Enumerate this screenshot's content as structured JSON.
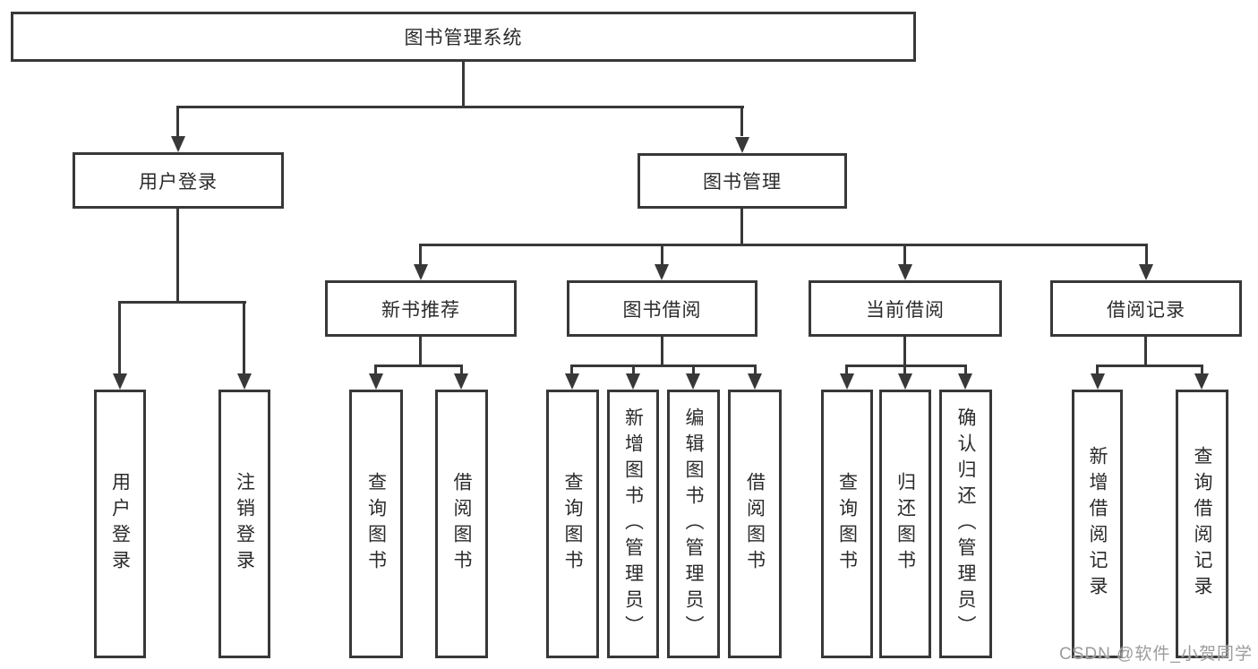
{
  "nodes": {
    "root": "图书管理系统",
    "user_login": "用户登录",
    "book_management": "图书管理",
    "new_book_recommend": "新书推荐",
    "book_borrowing": "图书借阅",
    "current_borrowing": "当前借阅",
    "borrowing_records": "借阅记录",
    "leaf_user_login": "用户登录",
    "leaf_logout": "注销登录",
    "leaf_nb_query_books": "查询图书",
    "leaf_nb_borrow_books": "借阅图书",
    "leaf_bb_query_books": "查询图书",
    "leaf_bb_add_books": "新增图书（管理员）",
    "leaf_bb_edit_books": "编辑图书（管理员）",
    "leaf_bb_borrow_books": "借阅图书",
    "leaf_cb_query_books": "查询图书",
    "leaf_cb_return_books": "归还图书",
    "leaf_cb_confirm_return": "确认归还（管理员）",
    "leaf_br_add_record": "新增借阅记录",
    "leaf_br_query_record": "查询借阅记录"
  },
  "watermark": "CSDN @软件_小贺同学",
  "colors": {
    "background": "#ffffff",
    "line": "#383838",
    "text": "#2b2b2b",
    "watermark": "#9c9c9c"
  }
}
